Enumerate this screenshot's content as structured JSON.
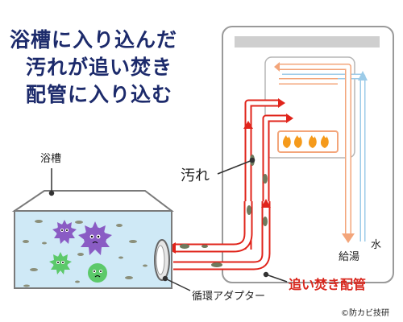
{
  "heading": {
    "line1": "浴槽に入り込んだ",
    "line2": "汚れが追い焚き",
    "line3": "配管に入り込む"
  },
  "labels": {
    "bathtub": "浴槽",
    "dirt": "汚れ",
    "adapter": "循環アダプター",
    "reheat_pipe": "追い焚き配管",
    "hot_water": "給湯",
    "water": "水",
    "credit": "©防カビ技研"
  },
  "colors": {
    "heading": "#1c2a6b",
    "pipe_red": "#e0241b",
    "pipe_orange": "#f3a57a",
    "pipe_blue": "#9ccbe8",
    "flame": "#f59a1b",
    "water": "#cfe9f6",
    "germ_purple": "#8a5cc4",
    "germ_green": "#5cc96a"
  },
  "icons": [
    "flame-icon",
    "germ-icon",
    "dirt-particle-icon",
    "leader-dot-icon"
  ]
}
